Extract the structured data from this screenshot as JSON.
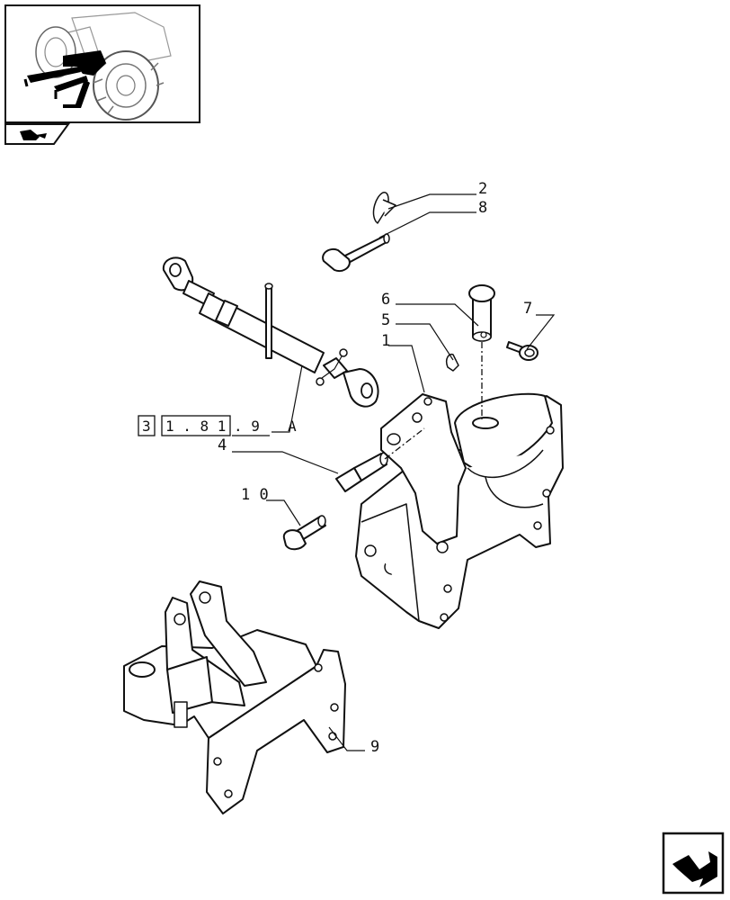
{
  "callouts": {
    "c1": "1",
    "c2": "2",
    "c4": "4",
    "c5": "5",
    "c6": "6",
    "c7": "7",
    "c8": "8",
    "c9": "9",
    "c10": "1 0"
  },
  "reference": {
    "box1": "3",
    "box2": "1 . 8 1",
    "box3": ". 9",
    "suffix": "A"
  },
  "icons": {
    "thumbnail": "tractor-thumbnail-icon",
    "section": "category-tab-icon",
    "next_page": "next-page-arrow-icon"
  }
}
